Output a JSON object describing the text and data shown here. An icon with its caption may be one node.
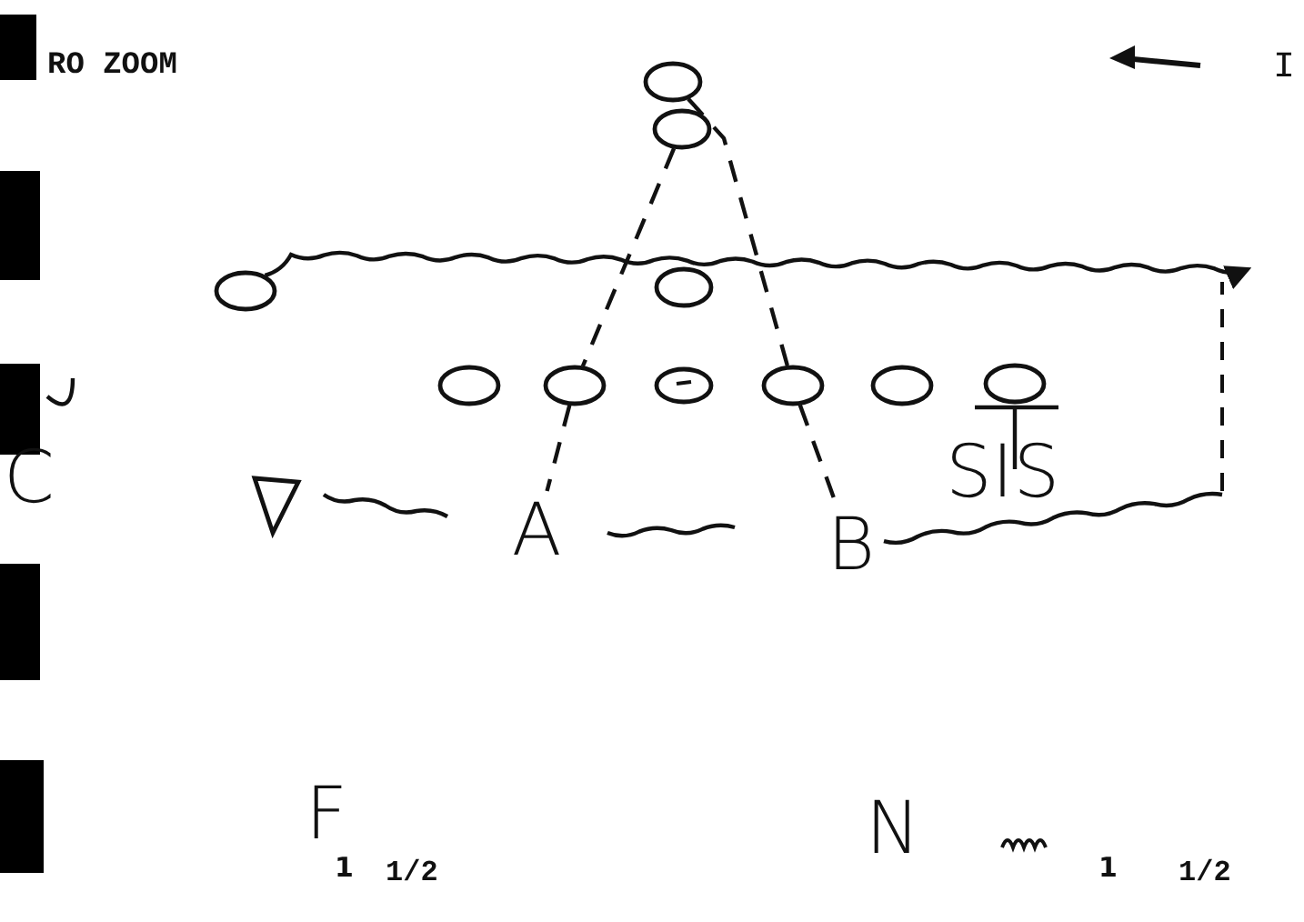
{
  "diagram": {
    "nodes": [
      {
        "text": [],
        "shape": "circle"
      },
      {
        "text": [],
        "shape": "circle"
      },
      {
        "text": [],
        "shape": "circle"
      },
      {
        "text": [],
        "shape": "circle"
      },
      {
        "text": [],
        "shape": "circle"
      },
      {
        "text": [],
        "shape": "circle"
      },
      {
        "text": [],
        "shape": "circle"
      },
      {
        "text": [],
        "shape": "circle"
      },
      {
        "text": [],
        "shape": "circle"
      },
      {
        "text": [],
        "shape": "circle"
      },
      {
        "text": [],
        "shape": "triangle"
      },
      {
        "text": [
          "A"
        ]
      },
      {
        "text": [
          "B"
        ]
      }
    ],
    "edges": [
      {
        "from": 0,
        "to": 7,
        "arrow": "none",
        "style": "dashed"
      },
      {
        "from": 7,
        "to": 12,
        "arrow": "none",
        "style": "dashed"
      },
      {
        "from": 1,
        "to": 5,
        "arrow": "none",
        "style": "dashed"
      },
      {
        "from": 5,
        "to": 11,
        "arrow": "none",
        "style": "dashed"
      },
      {
        "from": 2,
        "to": null,
        "arrow": "to"
      },
      {
        "from": 12,
        "to": null,
        "arrow": "none"
      }
    ],
    "labels": [
      "RO ZOOM",
      "I",
      "C",
      "SIS",
      "F",
      "1",
      "1/2",
      "N",
      "1",
      "1/2"
    ]
  }
}
